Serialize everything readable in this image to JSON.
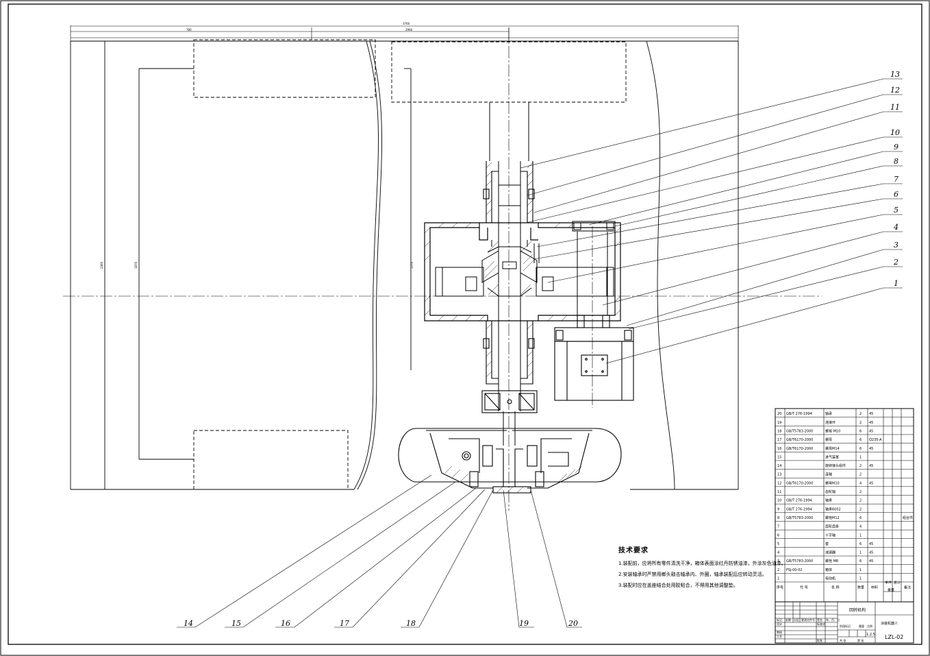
{
  "drawing": {
    "dimensions": {
      "overall": "3760",
      "left": "780",
      "center": "2960",
      "height_outer": "2460",
      "height_inner": "1870",
      "height_right": "1370"
    },
    "balloons": [
      "1",
      "2",
      "3",
      "4",
      "5",
      "6",
      "7",
      "8",
      "9",
      "10",
      "11",
      "12",
      "13",
      "14",
      "15",
      "16",
      "17",
      "18",
      "19",
      "20"
    ],
    "tech_requirements": {
      "title": "技术要求",
      "lines": [
        "1.装配前，应将所有零件清洗干净，箱体表面涂红丹防锈油漆，外涂灰色油漆。",
        "2.安装轴承时严禁用榔头敲击轴承内、外圈，轴承装配后应转动灵活。",
        "3.装配时应在盖座结合处用胶粘合，不得用其他调整垫。"
      ]
    },
    "parts_list": {
      "rows": [
        {
          "no": "20",
          "code": "GB/T 276-1994",
          "name": "轴承",
          "qty": "2",
          "mat": "45",
          "note": ""
        },
        {
          "no": "19",
          "code": "",
          "name": "连接环",
          "qty": "2",
          "mat": "45",
          "note": ""
        },
        {
          "no": "18",
          "code": "GB/T5783-2000",
          "name": "螺栓 M10",
          "qty": "6",
          "mat": "45",
          "note": ""
        },
        {
          "no": "17",
          "code": "GB/T6170-2000",
          "name": "螺母",
          "qty": "6",
          "mat": "Q235-A",
          "note": ""
        },
        {
          "no": "16",
          "code": "GB/T6170-2000",
          "name": "螺母M14",
          "qty": "6",
          "mat": "45",
          "note": ""
        },
        {
          "no": "15",
          "code": "",
          "name": "进气装置",
          "qty": "1",
          "mat": "",
          "note": ""
        },
        {
          "no": "14",
          "code": "",
          "name": "旋转接头组件",
          "qty": "2",
          "mat": "45",
          "note": ""
        },
        {
          "no": "13",
          "code": "",
          "name": "连轴",
          "qty": "2",
          "mat": "",
          "note": ""
        },
        {
          "no": "12",
          "code": "GB/T6170-2000",
          "name": "螺母M10",
          "qty": "4",
          "mat": "45",
          "note": ""
        },
        {
          "no": "11",
          "code": "",
          "name": "齿轮轴",
          "qty": "2",
          "mat": "",
          "note": ""
        },
        {
          "no": "10",
          "code": "GB/T 276-1994",
          "name": "轴承",
          "qty": "2",
          "mat": "",
          "note": ""
        },
        {
          "no": "9",
          "code": "GB/T 276-1994",
          "name": "轴承6002",
          "qty": "2",
          "mat": "",
          "note": ""
        },
        {
          "no": "8",
          "code": "GB/T5783-2000",
          "name": "螺栓M12",
          "qty": "6",
          "mat": "",
          "note": "组合件"
        },
        {
          "no": "7",
          "code": "",
          "name": "齿轮齿条",
          "qty": "4",
          "mat": "",
          "note": ""
        },
        {
          "no": "6",
          "code": "",
          "name": "十字轴",
          "qty": "1",
          "mat": "",
          "note": ""
        },
        {
          "no": "5",
          "code": "",
          "name": "套",
          "qty": "6",
          "mat": "45",
          "note": ""
        },
        {
          "no": "4",
          "code": "",
          "name": "减速器",
          "qty": "1",
          "mat": "45",
          "note": ""
        },
        {
          "no": "3",
          "code": "GB/T5783-2000",
          "name": "螺栓 M8",
          "qty": "6",
          "mat": "45",
          "note": ""
        },
        {
          "no": "2",
          "code": "FSJ-00-02",
          "name": "箱体",
          "qty": "1",
          "mat": "",
          "note": ""
        },
        {
          "no": "1",
          "code": "",
          "name": "电动机",
          "qty": "1",
          "mat": "",
          "note": ""
        }
      ],
      "headers": {
        "no": "序号",
        "code": "代  号",
        "name": "名  称",
        "qty": "数量",
        "mat": "材料",
        "unit": "单件",
        "total": "总计",
        "weight": "重量",
        "note": "备注"
      }
    },
    "title_block": {
      "title": "回转机构",
      "company": "涂装机器人",
      "scale": "1:2.5",
      "drawing_no": "LZL-02",
      "labels": {
        "mark": "标记",
        "count": "处数",
        "zone": "分区",
        "change_doc": "更改文件号",
        "sign": "签名",
        "date": "年、月、日",
        "design": "设计",
        "standard": "标准化",
        "stage_mark": "阶段标记",
        "weight": "重量",
        "scale_lbl": "比例",
        "review": "审核",
        "process": "工艺",
        "approve": "批准",
        "sheets": "共  张",
        "sheet_no": "第  张"
      }
    }
  }
}
